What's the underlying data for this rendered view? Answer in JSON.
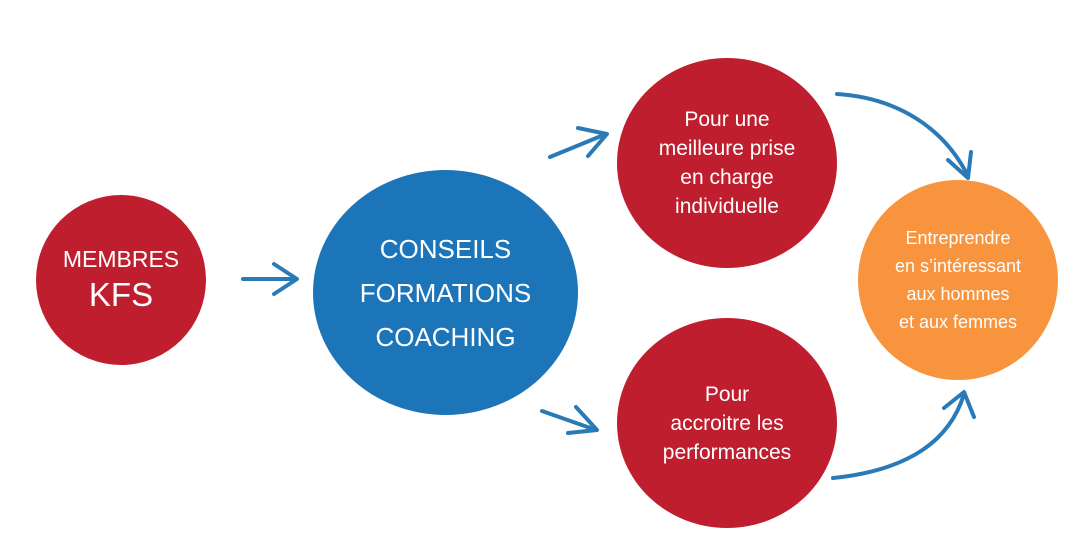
{
  "colors": {
    "red": "#bf1e2e",
    "blue": "#1d75b9",
    "orange": "#f7943d",
    "arrow": "#2a7ab8"
  },
  "nodes": {
    "members": {
      "line1": "MEMBRES",
      "line2": "KFS"
    },
    "center": {
      "line1": "CONSEILS",
      "line2": "FORMATIONS",
      "line3": "COACHING"
    },
    "top": {
      "line1": "Pour une",
      "line2": "meilleure prise",
      "line3": "en charge",
      "line4": "individuelle"
    },
    "bottom": {
      "line1": "Pour",
      "line2": "accroitre les",
      "line3": "performances"
    },
    "right": {
      "line1": "Entreprendre",
      "line2": "en s’intéressant",
      "line3": "aux hommes",
      "line4": "et aux femmes"
    }
  }
}
